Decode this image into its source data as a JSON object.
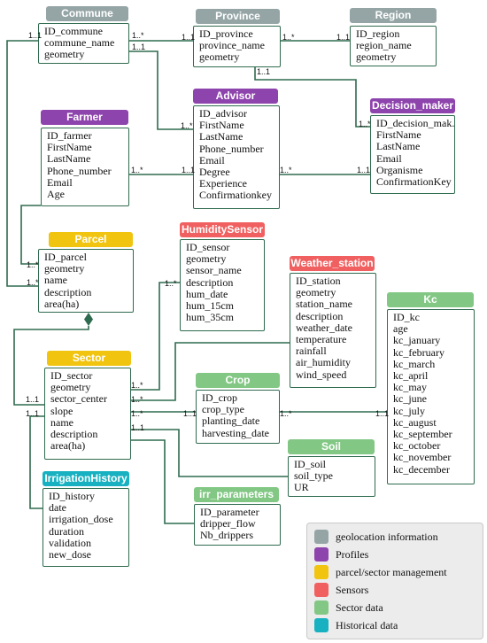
{
  "colors": {
    "geolocation": "#95a5a6",
    "profiles": "#8e44ad",
    "parcel": "#f1c40f",
    "sensors": "#f06060",
    "sector_data": "#82c784",
    "historical": "#17b1c1",
    "line": "#2f6b4f"
  },
  "entities": {
    "commune": {
      "title": "Commune",
      "attrs": [
        "ID_commune",
        "commune_name",
        "geometry"
      ]
    },
    "province": {
      "title": "Province",
      "attrs": [
        "ID_province",
        "province_name",
        "geometry"
      ]
    },
    "region": {
      "title": "Region",
      "attrs": [
        "ID_region",
        "region_name",
        "geometry"
      ]
    },
    "advisor": {
      "title": "Advisor",
      "attrs": [
        "ID_advisor",
        "FirstName",
        "LastName",
        "Phone_number",
        "Email",
        "Degree",
        "Experience",
        "Confirmationkey"
      ]
    },
    "decision_maker": {
      "title": "Decision_maker",
      "attrs": [
        "ID_decision_mak.",
        "FirstName",
        "LastName",
        "Email",
        "Organisme",
        "ConfirmationKey"
      ]
    },
    "farmer": {
      "title": "Farmer",
      "attrs": [
        "ID_farmer",
        "FirstName",
        "LastName",
        "Phone_number",
        "Email",
        "Age"
      ]
    },
    "parcel": {
      "title": "Parcel",
      "attrs": [
        "ID_parcel",
        "geometry",
        "name",
        "description",
        "area(ha)"
      ]
    },
    "humidity": {
      "title": "HumiditySensor",
      "attrs": [
        "ID_sensor",
        "geometry",
        "sensor_name",
        "description",
        "hum_date",
        "hum_15cm",
        "hum_35cm"
      ]
    },
    "weather": {
      "title": "Weather_station",
      "attrs": [
        "ID_station",
        "geometry",
        "station_name",
        "description",
        "weather_date",
        "temperature",
        "rainfall",
        "air_humidity",
        "wind_speed"
      ]
    },
    "kc": {
      "title": "Kc",
      "attrs": [
        "ID_kc",
        "age",
        "kc_january",
        "kc_february",
        "kc_march",
        "kc_april",
        "kc_may",
        "kc_june",
        "kc_july",
        "kc_august",
        "kc_september",
        "kc_october",
        "kc_november",
        "kc_december"
      ]
    },
    "sector": {
      "title": "Sector",
      "attrs": [
        "ID_sector",
        "geometry",
        "sector_center",
        "slope",
        "name",
        "description",
        "area(ha)"
      ]
    },
    "crop": {
      "title": "Crop",
      "attrs": [
        "ID_crop",
        "crop_type",
        "planting_date",
        "harvesting_date"
      ]
    },
    "soil": {
      "title": "Soil",
      "attrs": [
        "ID_soil",
        "soil_type",
        "UR"
      ]
    },
    "irrigation": {
      "title": "IrrigationHistory",
      "attrs": [
        "ID_history",
        "date",
        "irrigation_dose",
        "duration",
        "validation",
        "new_dose"
      ]
    },
    "irr_params": {
      "title": "irr_parameters",
      "attrs": [
        "ID_parameter",
        "dripper_flow",
        "Nb_drippers"
      ]
    }
  },
  "cardinalities": {
    "c1": "1..1",
    "c2": "1..*",
    "c3": "1..1",
    "c4": "1..*",
    "c5": "1..1",
    "c6": "1..1",
    "c7": "1..*",
    "c8": "1..*",
    "c9": "1..1",
    "c10": "1..*",
    "c11": "1..1",
    "c12": "1..*",
    "c13": "1..*",
    "c14": "1..1",
    "c15": "1..*",
    "c16": "1..*",
    "c17": "1..*",
    "c18": "1..1",
    "c19": "1..*",
    "c20": "1..1",
    "c21": "1..*",
    "c22": "1..1",
    "c23": "1..*",
    "c24": "1..1",
    "c25": "1..1"
  },
  "legend": [
    {
      "label": "geolocation information",
      "color": "#95a5a6"
    },
    {
      "label": "Profiles",
      "color": "#8e44ad"
    },
    {
      "label": "parcel/sector management",
      "color": "#f1c40f"
    },
    {
      "label": "Sensors",
      "color": "#f06060"
    },
    {
      "label": "Sector data",
      "color": "#82c784"
    },
    {
      "label": "Historical data",
      "color": "#17b1c1"
    }
  ]
}
